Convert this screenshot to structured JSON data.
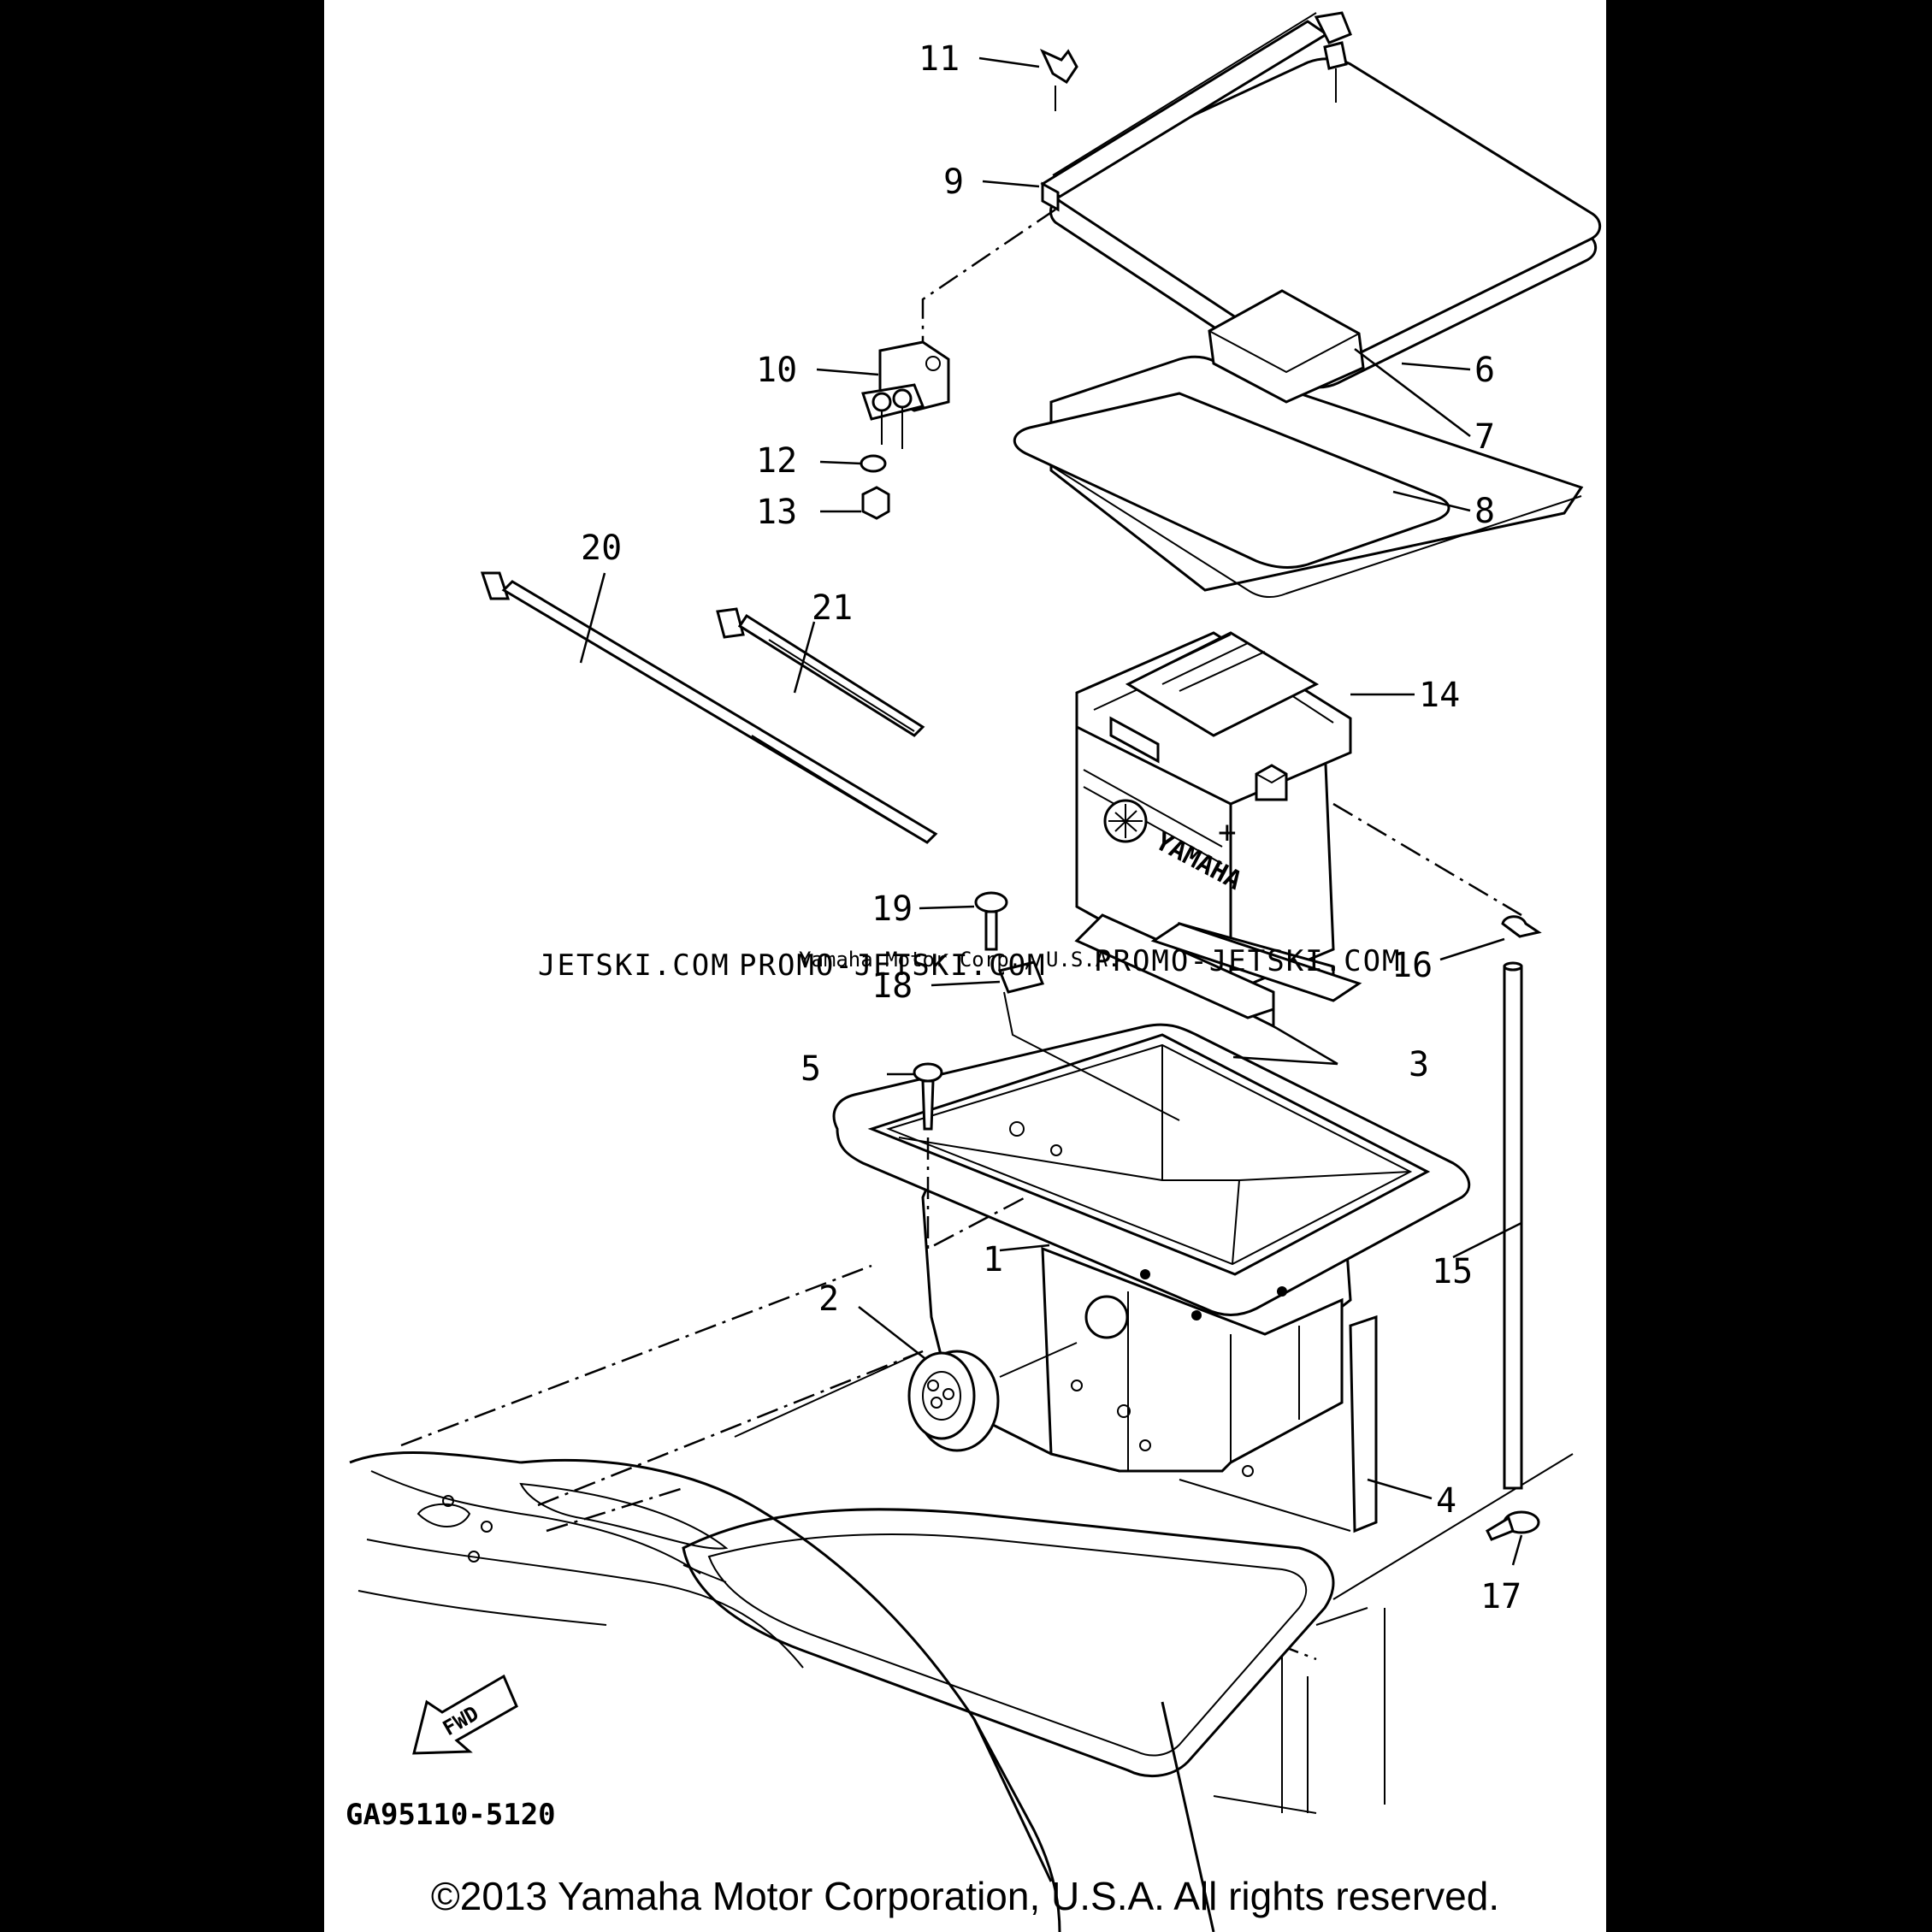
{
  "diagram": {
    "callouts": [
      "1",
      "2",
      "3",
      "4",
      "5",
      "6",
      "7",
      "8",
      "9",
      "10",
      "11",
      "12",
      "13",
      "14",
      "15",
      "16",
      "17",
      "18",
      "19",
      "20",
      "21"
    ],
    "battery_brand": "YAMAHA",
    "terminal_mark": "+",
    "direction_label": "FWD",
    "diagram_code": "GA95110-5120",
    "watermarks": [
      "JETSKI.COM",
      "PROMO-JETSKI.COM",
      "PROMO-JETSKI.COM"
    ],
    "watermark_small": "Yamaha Motor Corp., U.S.A.",
    "copyright": "©2013 Yamaha Motor Corporation, U.S.A. All rights reserved."
  }
}
